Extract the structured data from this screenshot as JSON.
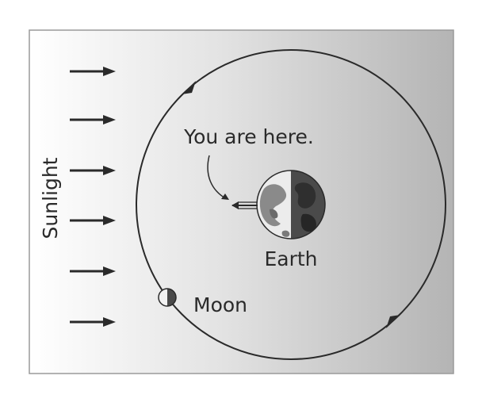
{
  "labels": {
    "sunlight": "Sunlight",
    "you_are_here": "You are here.",
    "earth": "Earth",
    "moon": "Moon"
  },
  "colors": {
    "frame_border": "#9a9a9a",
    "gradient_light": "#ffffff",
    "gradient_dark": "#b4b4b4",
    "ink": "#2a2a2a",
    "earth_day": "#ececec",
    "earth_night": "#4a4a4a"
  },
  "icons": {
    "sunlight_arrow": "right-arrow-icon",
    "orbit_direction": "arrowhead-icon"
  }
}
